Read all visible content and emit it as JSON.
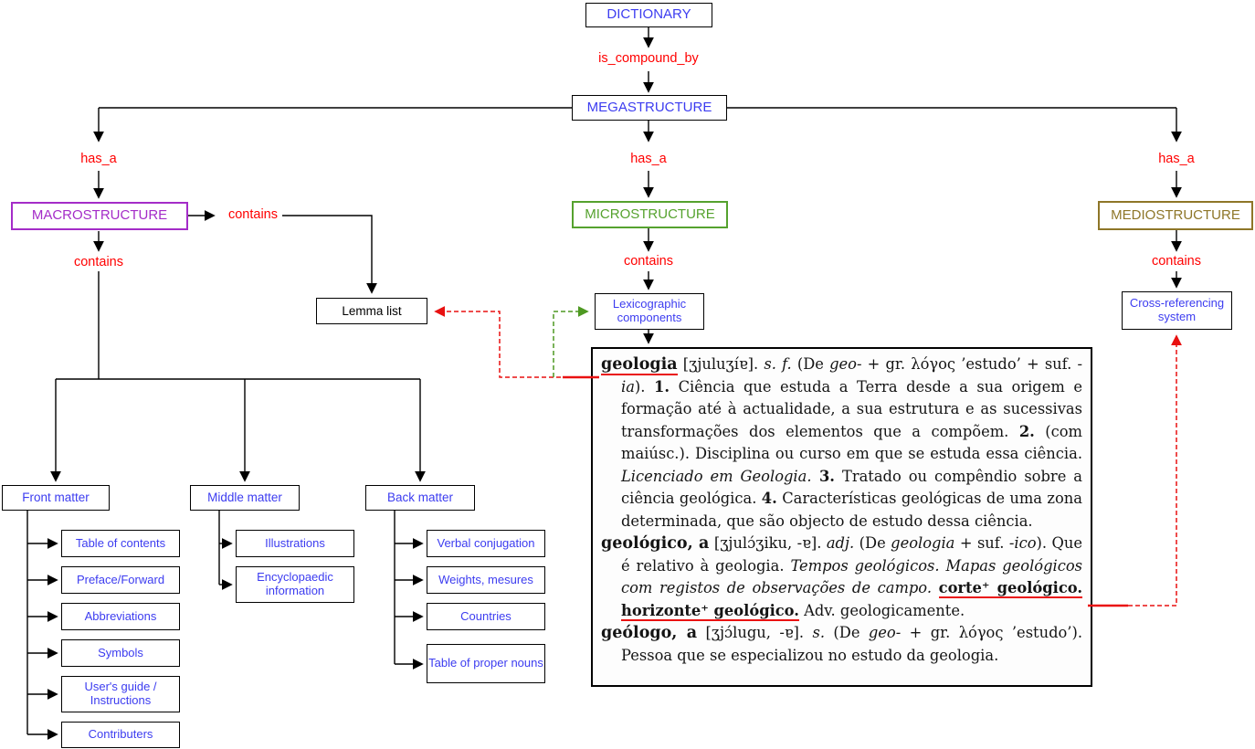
{
  "diagram": {
    "nodes": {
      "dictionary": "DICTIONARY",
      "megastructure": "MEGASTRUCTURE",
      "macrostructure": "MACROSTRUCTURE",
      "microstructure": "MICROSTRUCTURE",
      "mediostructure": "MEDIOSTRUCTURE",
      "lemma_list": "Lemma list",
      "lexicographic_components": "Lexicographic components",
      "cross_referencing_system": "Cross-referencing system",
      "front_matter": "Front matter",
      "middle_matter": "Middle matter",
      "back_matter": "Back matter"
    },
    "edge_labels": {
      "is_compound_by": "is_compound_by",
      "has_a": "has_a",
      "contains": "contains"
    },
    "front_matter_items": [
      "Table of contents",
      "Preface/Forward",
      "Abbreviations",
      "Symbols",
      "User's guide / Instructions",
      "Contributers"
    ],
    "middle_matter_items": [
      "Illustrations",
      "Encyclopaedic information"
    ],
    "back_matter_items": [
      "Verbal conjugation",
      "Weights, mesures",
      "Countries",
      "Table of proper nouns"
    ],
    "colors": {
      "node_blue": "#3c3cf0",
      "label_red": "#ff0000",
      "macrostructure_purple": "#a42cc8",
      "microstructure_green": "#55a22e",
      "mediostructure_gold": "#8e7628",
      "underline_red": "#ea1111",
      "dashed_green": "#4e9922",
      "line_black": "#000000"
    }
  },
  "entry": {
    "p1": {
      "hw": "geologia",
      "s1": " [ʒjuluʒíɐ]. ",
      "s2": "s. f.",
      "s3": " (De ",
      "s4": "geo-",
      "s5": " + gr. λόγος ’estudo’ + suf. ",
      "s6": "-ia",
      "s7": "). ",
      "n1": "1.",
      "s8": " Ciência que estuda a Terra desde a sua origem e formação até à actualidade, a sua estrutura e as sucessivas transformações dos elementos que a compõem. ",
      "n2": "2.",
      "s9": " (com maiúsc.). Disciplina ou curso em que se estuda essa ciência. ",
      "s10": "Licenciado em Geologia.",
      "n3": " 3.",
      "s11": " Tratado ou compêndio sobre a ciência geológica. ",
      "n4": "4.",
      "s12": " Características geológicas de uma zona determinada, que são objecto de estudo dessa ciência."
    },
    "p2": {
      "hw": "geológico, a",
      "s1": " [ʒjulɔ́ʒiku, -ɐ]. ",
      "s2": "adj.",
      "s3": " (De ",
      "s4": "geologia",
      "s5": " + suf. ",
      "s6": "-ico",
      "s7": "). Que é relativo à geologia. ",
      "s8": "Tempos geológicos. Mapas geológicos com registos de observações de campo. ",
      "s9": "corte⁺ geológico. horizonte⁺ geológico.",
      "s10": " Adv. geologicamente."
    },
    "p3": {
      "hw": "geólogo, a",
      "s1": " [ʒjɔ́lugu, -ɐ]. ",
      "s2": "s.",
      "s3": " (De ",
      "s4": "geo-",
      "s5": " + gr. λόγος ’estudo’). Pessoa que se especializou no estudo da geologia."
    }
  }
}
